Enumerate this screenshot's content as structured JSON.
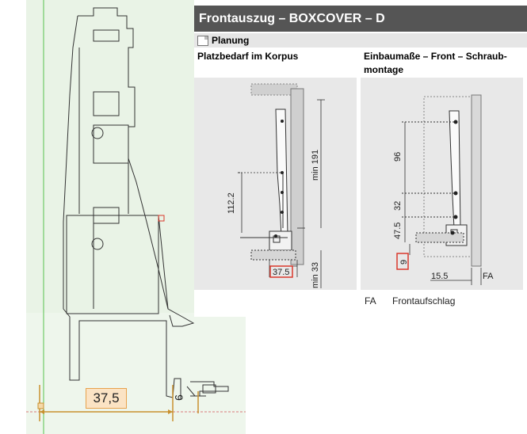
{
  "cad": {
    "dimension_horizontal": "37,5",
    "dimension_vertical": "9"
  },
  "doc": {
    "title": "Frontauszug – BOXCOVER – D",
    "section": "Planung",
    "columns": [
      {
        "heading": "Platzbedarf im Korpus",
        "labels": {
          "min191": "min 191",
          "d112": "112.2",
          "min33": "min 33",
          "d375": "37.5"
        }
      },
      {
        "heading": "Einbaumaße – Front – Schraub-montage",
        "labels": {
          "d96": "96",
          "d32": "32",
          "d475": "47.5",
          "d9": "9",
          "d155": "15.5",
          "fa": "FA"
        }
      }
    ],
    "legend": {
      "abbr": "FA",
      "text": "Frontaufschlag"
    }
  },
  "colors": {
    "cad_background": "#e9f3e6",
    "cad_line": "#333333",
    "cad_dimension": "#c8902e",
    "highlight": "#d9382c",
    "title_bar": "#555555"
  }
}
